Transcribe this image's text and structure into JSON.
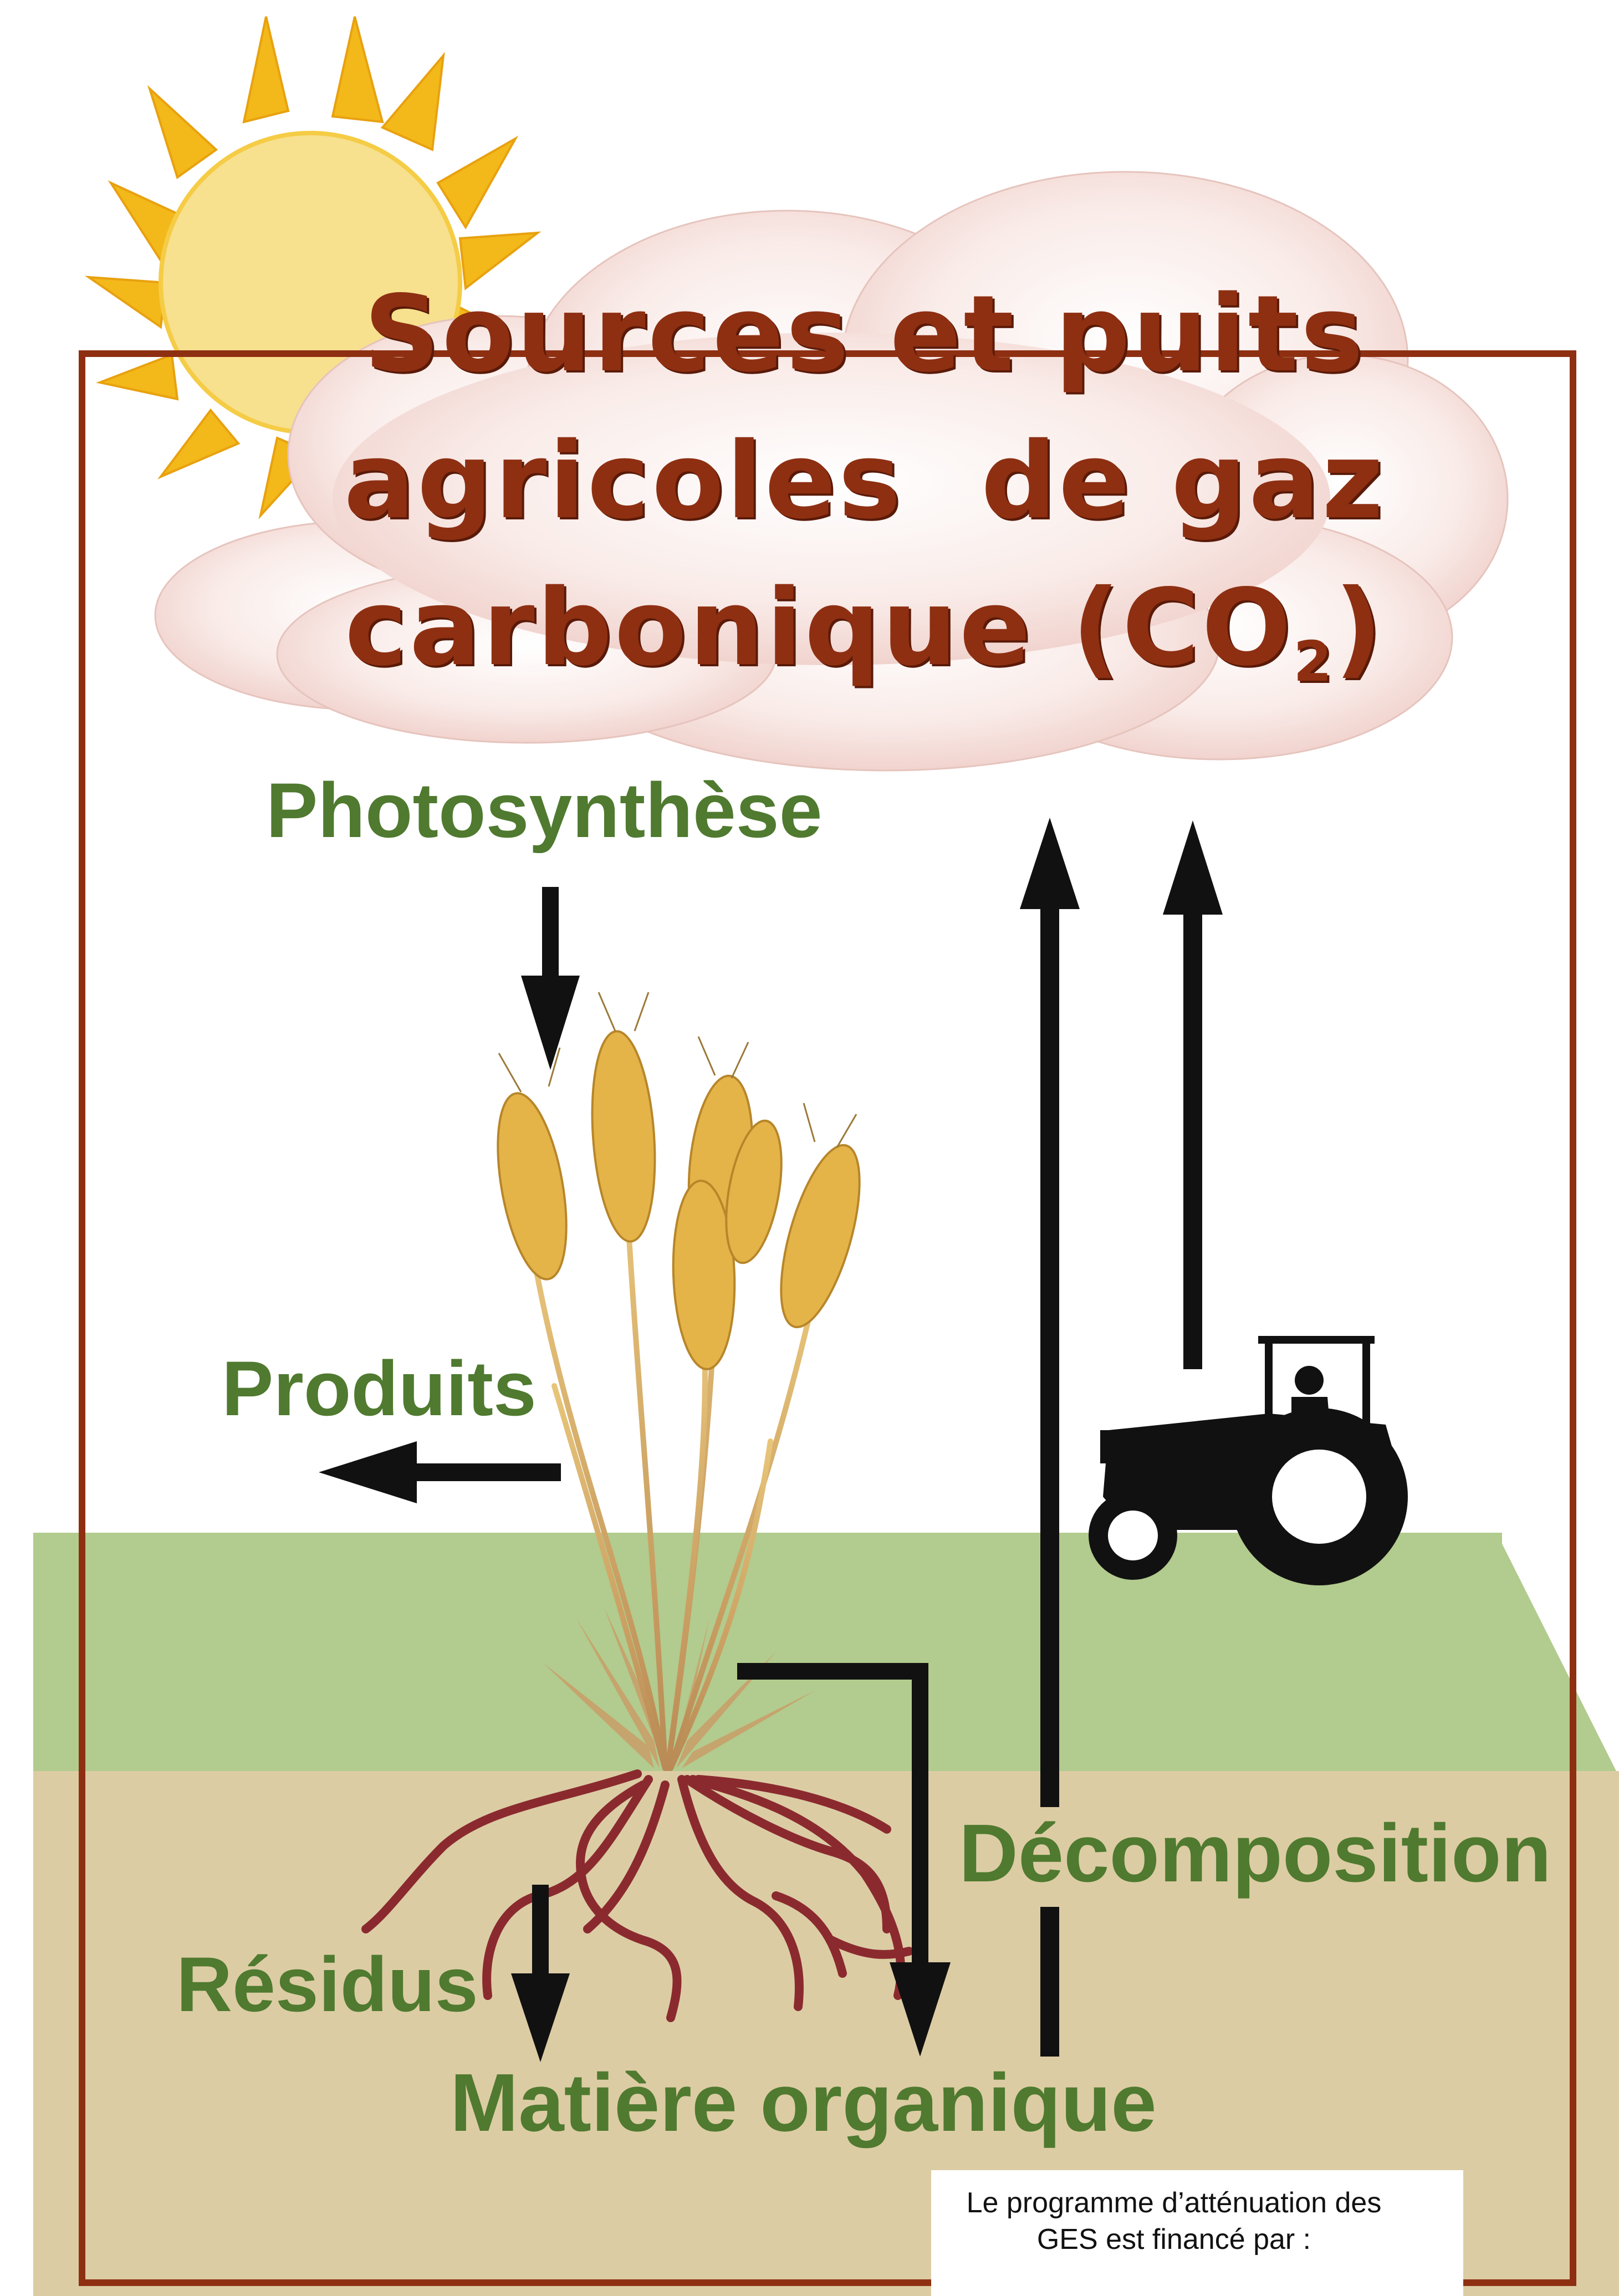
{
  "title": {
    "line1": "Sources et puits",
    "line2": "agricoles  de gaz",
    "line3": "carbonique (CO",
    "subscript": "2",
    "close": ")"
  },
  "labels": {
    "photosynthese": "Photosynthèse",
    "produits": "Produits",
    "decomposition": "Décomposition",
    "residus": "Résidus",
    "matiere": "Matière organique"
  },
  "credit": {
    "line1": "Le programme d’atténuation des",
    "line2": "GES est financé par :"
  },
  "colors": {
    "title": "#8e2f12",
    "labels": "#4f7a2f",
    "frame": "#8e2f12",
    "grass": "#b2cb8e",
    "soil": "#dccca4",
    "roots": "#8a2a2f",
    "cloud": "#f4dcd8",
    "sun": "#f7e08e",
    "sun_rays": "#f3b81a",
    "arrows": "#111111"
  },
  "icons": [
    "sun-icon",
    "cloud-icon",
    "wheat-icon",
    "tractor-icon"
  ]
}
